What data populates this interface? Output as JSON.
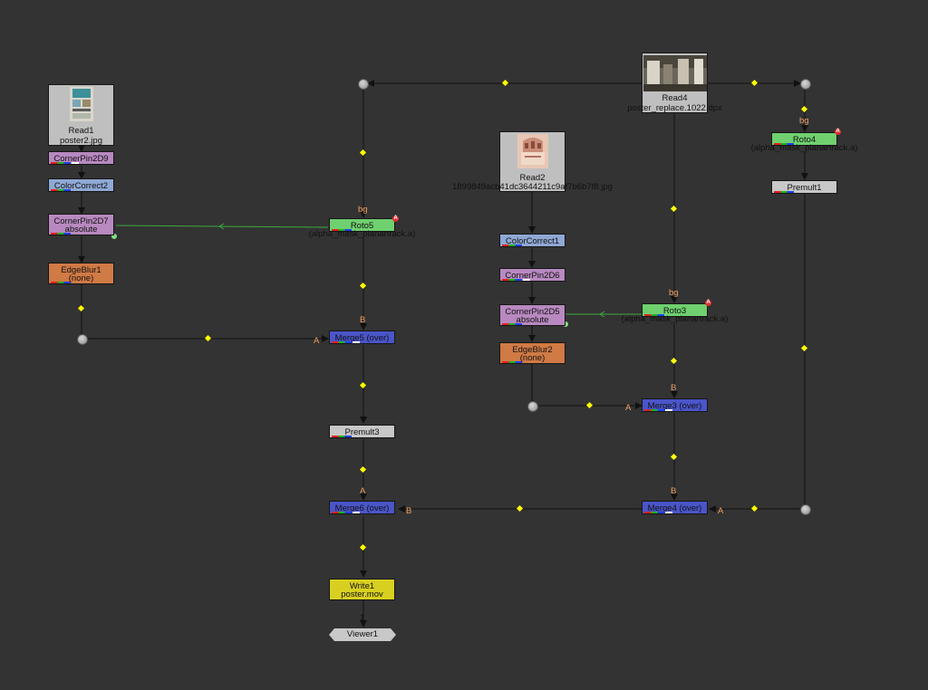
{
  "app": "Node Graph",
  "colors": {
    "background": "#333333",
    "read": "#bfbfbf",
    "cornerpin": "#b889c0",
    "colorcorrect": "#8fa8d4",
    "roto": "#6fd06f",
    "edgeblur": "#d07a45",
    "merge": "#4a55c8",
    "premult": "#c8c8c8",
    "write": "#d8d020",
    "viewer": "#c8c8c8",
    "edge": "#111111",
    "mask_edge": "#3caa3c",
    "elbow_dot": "#ffff00"
  },
  "nodes": {
    "read1": {
      "name": "Read1",
      "file": "poster2.jpg"
    },
    "read2": {
      "name": "Read2",
      "file": "1899849acb41dc3644211c9af7b6b7f8.jpg"
    },
    "read4": {
      "name": "Read4",
      "file": "poster_replace.1022.dpx"
    },
    "cornerpin2d9": {
      "name": "CornerPin2D9"
    },
    "colorcorrect2": {
      "name": "ColorCorrect2"
    },
    "cornerpin2d7": {
      "name": "CornerPin2D7",
      "sub": "absolute"
    },
    "edgeblur1": {
      "name": "EdgeBlur1",
      "sub": "(none)"
    },
    "roto5": {
      "name": "Roto5",
      "sub": "(alpha_mask_planartrack.a)"
    },
    "merge5": {
      "name": "Merge5 (over)"
    },
    "premult3": {
      "name": "Premult3"
    },
    "merge6": {
      "name": "Merge6 (over)"
    },
    "write1": {
      "name": "Write1",
      "sub": "poster.mov"
    },
    "viewer1": {
      "name": "Viewer1",
      "input": "1"
    },
    "colorcorrect1": {
      "name": "ColorCorrect1"
    },
    "cornerpin2d6": {
      "name": "CornerPin2D6"
    },
    "cornerpin2d5": {
      "name": "CornerPin2D5",
      "sub": "absolute"
    },
    "edgeblur2": {
      "name": "EdgeBlur2",
      "sub": "(none)"
    },
    "roto3": {
      "name": "Roto3",
      "sub": "(alpha_mask_planartrack.a)"
    },
    "merge3": {
      "name": "Merge3 (over)"
    },
    "merge4": {
      "name": "Merge4 (over)"
    },
    "roto4": {
      "name": "Roto4",
      "sub": "(alpha_mask_planartrack.a)"
    },
    "premult1": {
      "name": "Premult1"
    }
  },
  "input_labels": {
    "bg": "bg",
    "a": "A",
    "b": "B",
    "mask": "A"
  }
}
